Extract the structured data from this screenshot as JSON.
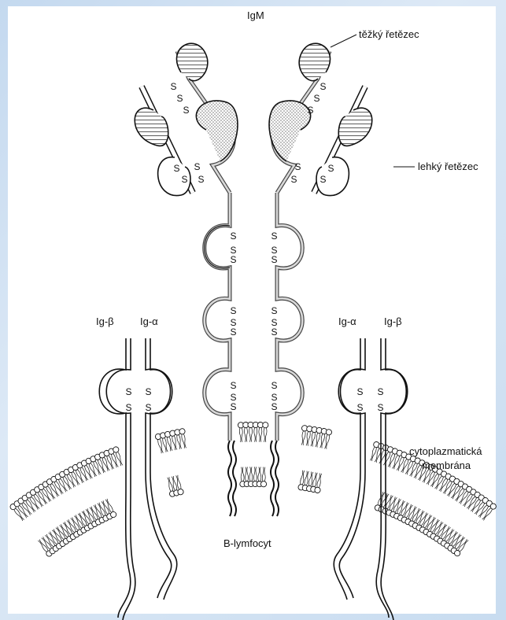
{
  "labels": {
    "igm": "IgM",
    "heavy_chain": "těžký řetězec",
    "light_chain": "lehký řetězec",
    "membrane_line1": "cytoplazmatická",
    "membrane_line2": "membrána",
    "cell": "B-lymfocyt",
    "ig_beta_left": "Ig-β",
    "ig_alpha_left": "Ig-α",
    "ig_alpha_right": "Ig-α",
    "ig_beta_right": "Ig-β"
  },
  "disulfide": "S",
  "colors": {
    "line": "#111111",
    "dotted_fill": "#c9c9c9",
    "background_frame": "#cfe0f2"
  }
}
